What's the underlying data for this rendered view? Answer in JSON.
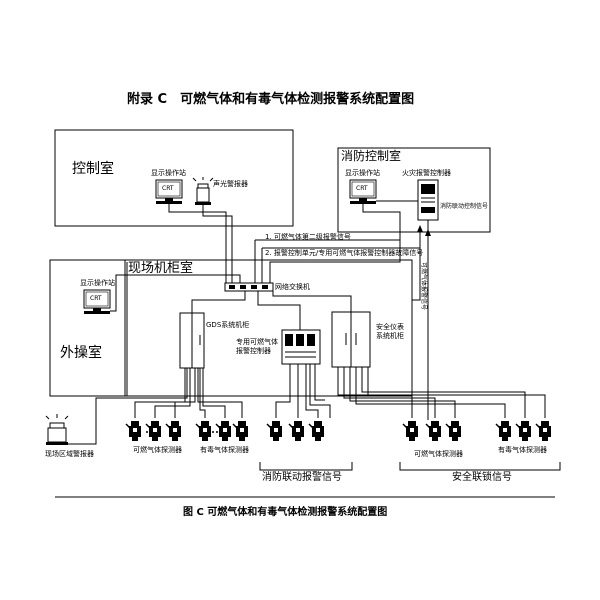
{
  "header": {
    "title": "附录 C　可燃气体和有毒气体检测报警系统配置图"
  },
  "figure": {
    "caption": "图 C 可燃气体和有毒气体检测报警系统配置图"
  },
  "rooms": {
    "control_room": "控制室",
    "fire_control_room": "消防控制室",
    "field_cabinet_room": "现场机柜室",
    "outdoor_operator_room": "外操室"
  },
  "devices": {
    "display_station": "显示操作站",
    "crt": "CRT",
    "sound_light_alarm": "声光警报器",
    "fire_alarm_controller": "火灾报警控制器",
    "network_switch": "网络交换机",
    "gds_cabinet": "GDS系统机柜",
    "dedicated_controller": "专用可燃气体报警控制器",
    "sis_cabinet": "安全仪表系统机柜",
    "field_alarm": "现场区域警报器",
    "combustible_detector": "可燃气体探测器",
    "toxic_detector": "有毒气体探测器"
  },
  "signals": {
    "secondary_alarm": "1. 可燃气体第二级报警信号",
    "fault_signal": "2. 报警控制单元/专用可燃气体报警控制器故障信号",
    "fire_linkage_control": "消防联动控制信号",
    "combustible_alarm_vertical": "可燃气体报警信号",
    "fire_linkage_alarm": "消防联动报警信号",
    "safety_interlock": "安全联锁信号"
  }
}
